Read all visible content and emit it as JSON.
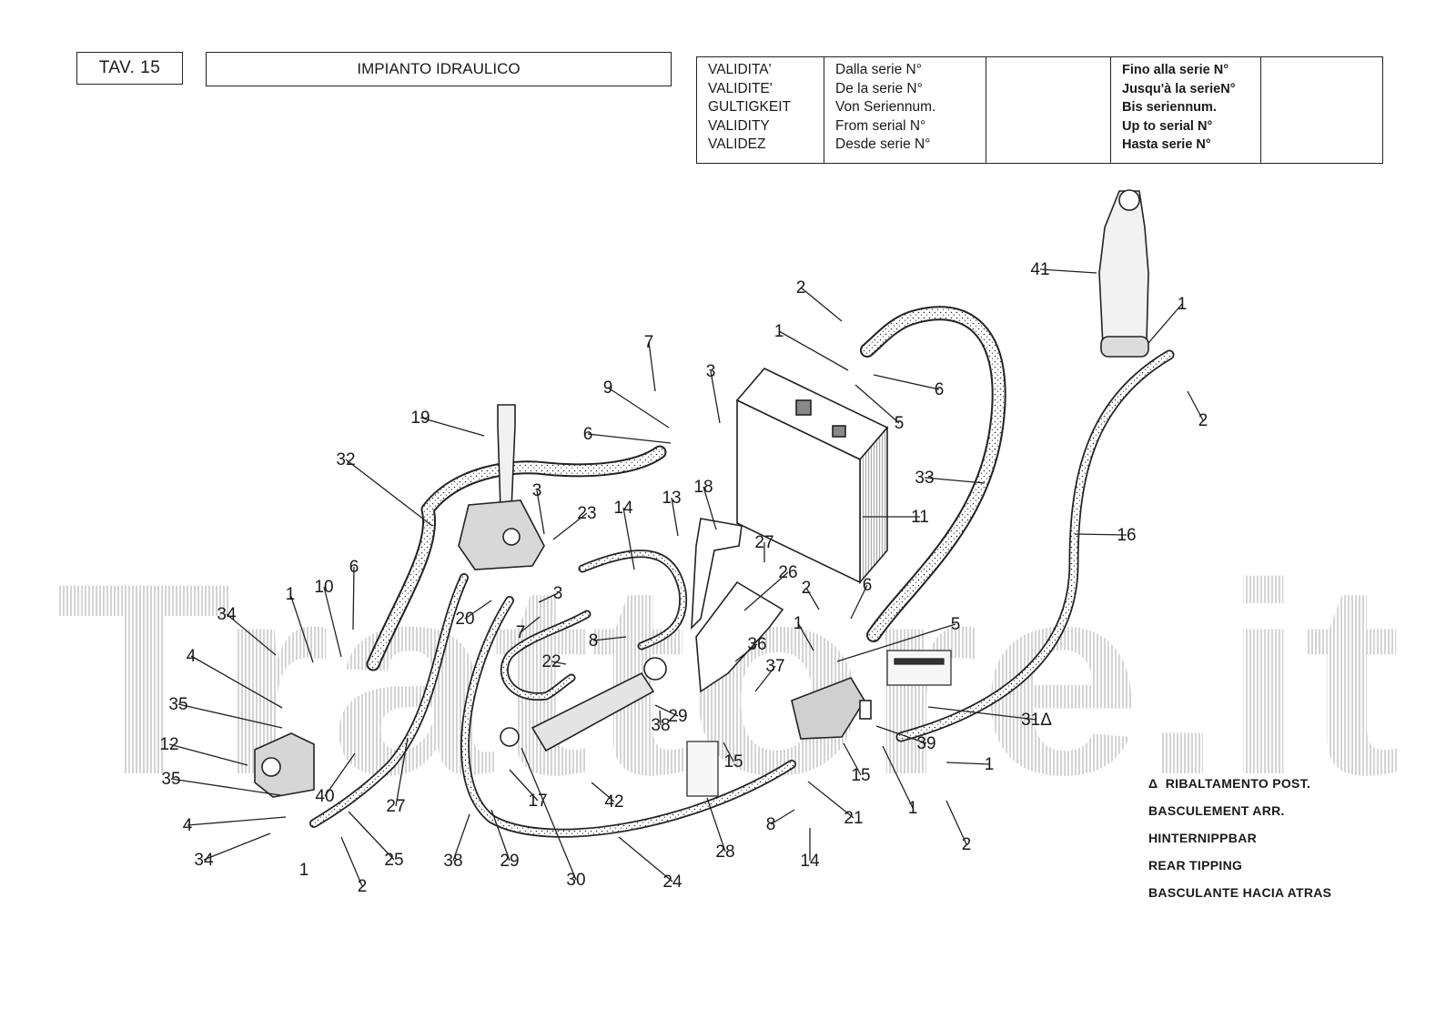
{
  "sheet": {
    "table_no": "TAV. 15",
    "title": "IMPIANTO IDRAULICO"
  },
  "validity": {
    "labels": [
      "VALIDITA'",
      "VALIDITE'",
      "GULTIGKEIT",
      "VALIDITY",
      "VALIDEZ"
    ],
    "from_labels": [
      "Dalla serie N°",
      "De la serie N°",
      "Von Seriennum.",
      "From serial N°",
      "Desde serie N°"
    ],
    "from_value": "",
    "to_labels": [
      "Fino alla serie N°",
      "Jusqu'à la serieN°",
      "Bis seriennum.",
      "Up to serial N°",
      "Hasta serie N°"
    ],
    "to_value": ""
  },
  "legend": {
    "symbol": "Δ",
    "lines": [
      "RIBALTAMENTO POST.",
      "BASCULEMENT ARR.",
      "HINTERNIPPBAR",
      "REAR TIPPING",
      "BASCULANTE HACIA ATRAS"
    ]
  },
  "watermark": "Trattore.it",
  "diagram": {
    "callouts": [
      "1",
      "1",
      "1",
      "1",
      "1",
      "1",
      "1",
      "2",
      "2",
      "2",
      "2",
      "2",
      "3",
      "3",
      "3",
      "4",
      "4",
      "5",
      "5",
      "6",
      "6",
      "6",
      "6",
      "7",
      "7",
      "8",
      "8",
      "9",
      "10",
      "11",
      "12",
      "13",
      "14",
      "14",
      "15",
      "15",
      "16",
      "17",
      "18",
      "19",
      "20",
      "21",
      "22",
      "23",
      "24",
      "25",
      "26",
      "27",
      "27",
      "28",
      "29",
      "29",
      "30",
      "31Δ",
      "32",
      "33",
      "34",
      "34",
      "35",
      "35",
      "36",
      "37",
      "38",
      "38",
      "39",
      "40",
      "41",
      "42"
    ]
  }
}
